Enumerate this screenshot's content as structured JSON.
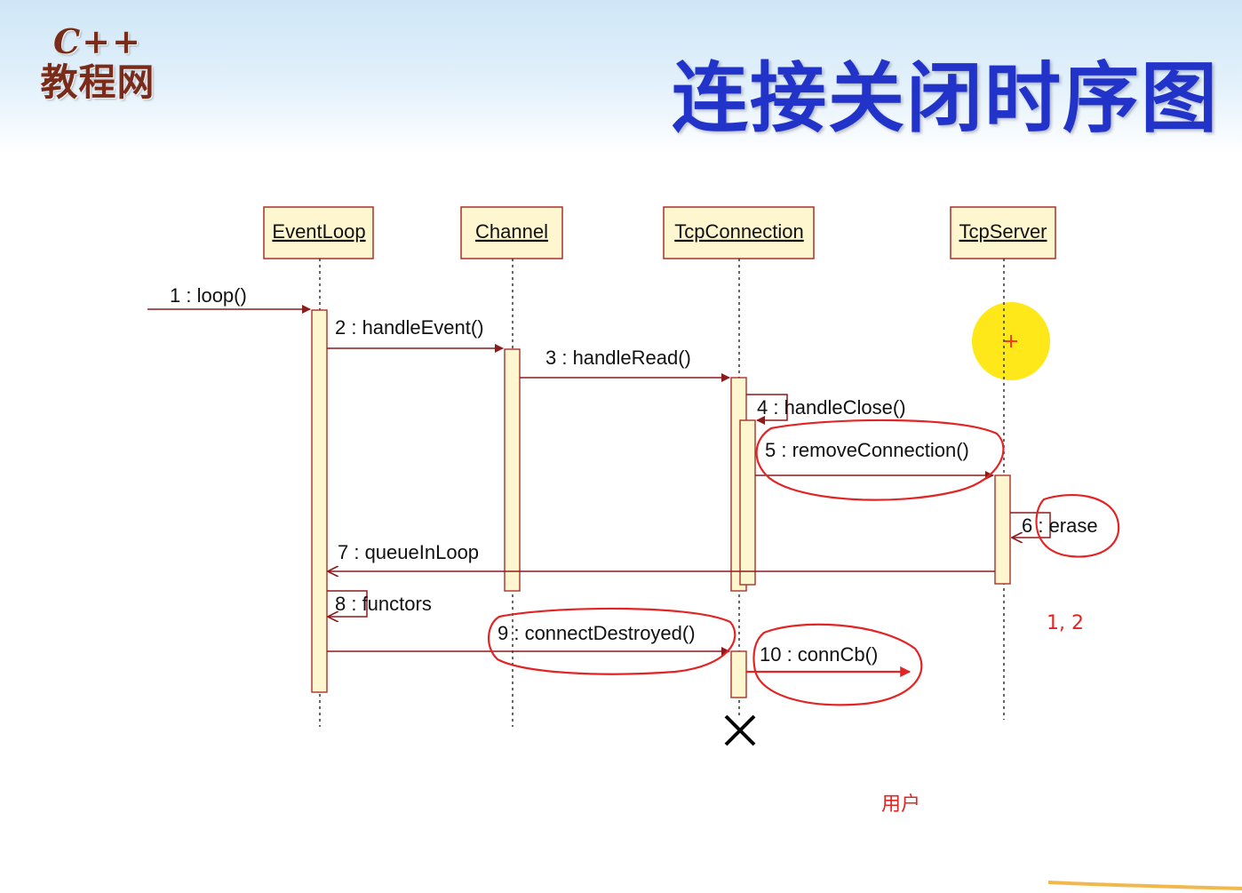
{
  "header": {
    "logo_line1": "C++",
    "logo_line2": "教程网",
    "title": "连接关闭时序图"
  },
  "lifelines": [
    {
      "name": "EventLoop"
    },
    {
      "name": "Channel"
    },
    {
      "name": "TcpConnection"
    },
    {
      "name": "TcpServer"
    }
  ],
  "messages": [
    {
      "label": "1 : loop()"
    },
    {
      "label": "2 : handleEvent()"
    },
    {
      "label": "3 : handleRead()"
    },
    {
      "label": "4 : handleClose()"
    },
    {
      "label": "5 : removeConnection()"
    },
    {
      "label": "6 : erase"
    },
    {
      "label": "7 : queueInLoop"
    },
    {
      "label": "8 : functors"
    },
    {
      "label": "9 : connectDestroyed()"
    },
    {
      "label": "10 : connCb()"
    }
  ],
  "annotations": {
    "number_note": "1, 2",
    "user_note": "用户"
  },
  "colors": {
    "title": "#2233c9",
    "logo": "#7a2b1a",
    "lifeline_fill": "#fdf6cf",
    "lifeline_border": "#a8312a",
    "arrow": "#8c1c1c",
    "annotation": "#e32424",
    "highlight": "#ffe600"
  },
  "icons": {
    "destroy": "x-mark-icon"
  }
}
